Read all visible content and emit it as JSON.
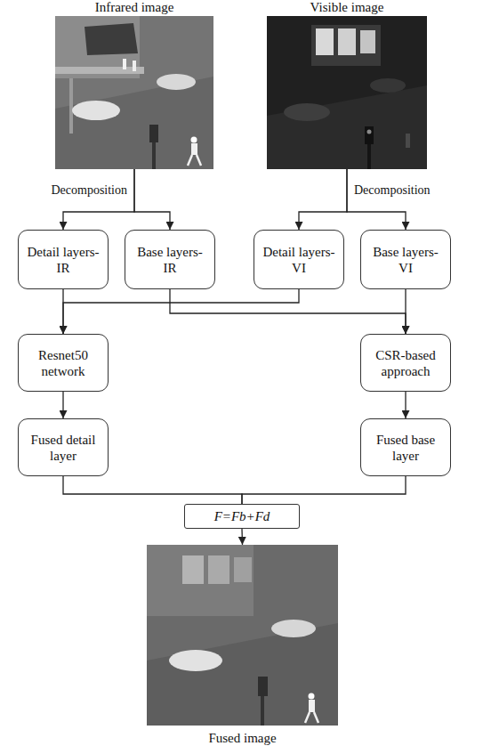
{
  "diagram": {
    "nodes": [
      {
        "text": [
          "Infrared image"
        ]
      },
      {
        "text": [
          "Visible image"
        ]
      },
      {
        "text": [
          "Detail layers-IR"
        ]
      },
      {
        "text": [
          "Base layers-IR"
        ]
      },
      {
        "text": [
          "Detail layers-VI"
        ]
      },
      {
        "text": [
          "Base layers-VI"
        ]
      },
      {
        "text": [
          "Resnet50 network"
        ]
      },
      {
        "text": [
          "CSR-based approach"
        ]
      },
      {
        "text": [
          "Fused detail layer"
        ]
      },
      {
        "text": [
          "Fused base layer"
        ]
      },
      {
        "text": [
          "F=Fb+Fd"
        ]
      },
      {
        "text": [
          "Fused image"
        ]
      }
    ],
    "edges": [
      {
        "from": 0,
        "to": 2,
        "arrow": "to",
        "label": "Decomposition"
      },
      {
        "from": 0,
        "to": 3,
        "arrow": "to"
      },
      {
        "from": 1,
        "to": 4,
        "arrow": "to"
      },
      {
        "from": 1,
        "to": 5,
        "arrow": "to",
        "label": "Decomposition"
      },
      {
        "from": 2,
        "to": 6,
        "arrow": "to"
      },
      {
        "from": 4,
        "to": 6,
        "arrow": "to"
      },
      {
        "from": 3,
        "to": 7,
        "arrow": "to"
      },
      {
        "from": 5,
        "to": 7,
        "arrow": "to"
      },
      {
        "from": 6,
        "to": 8,
        "arrow": "to"
      },
      {
        "from": 7,
        "to": 9,
        "arrow": "to"
      },
      {
        "from": 8,
        "to": 10,
        "arrow": "none"
      },
      {
        "from": 9,
        "to": 10,
        "arrow": "none"
      },
      {
        "from": 10,
        "to": 11,
        "arrow": "to"
      }
    ]
  }
}
